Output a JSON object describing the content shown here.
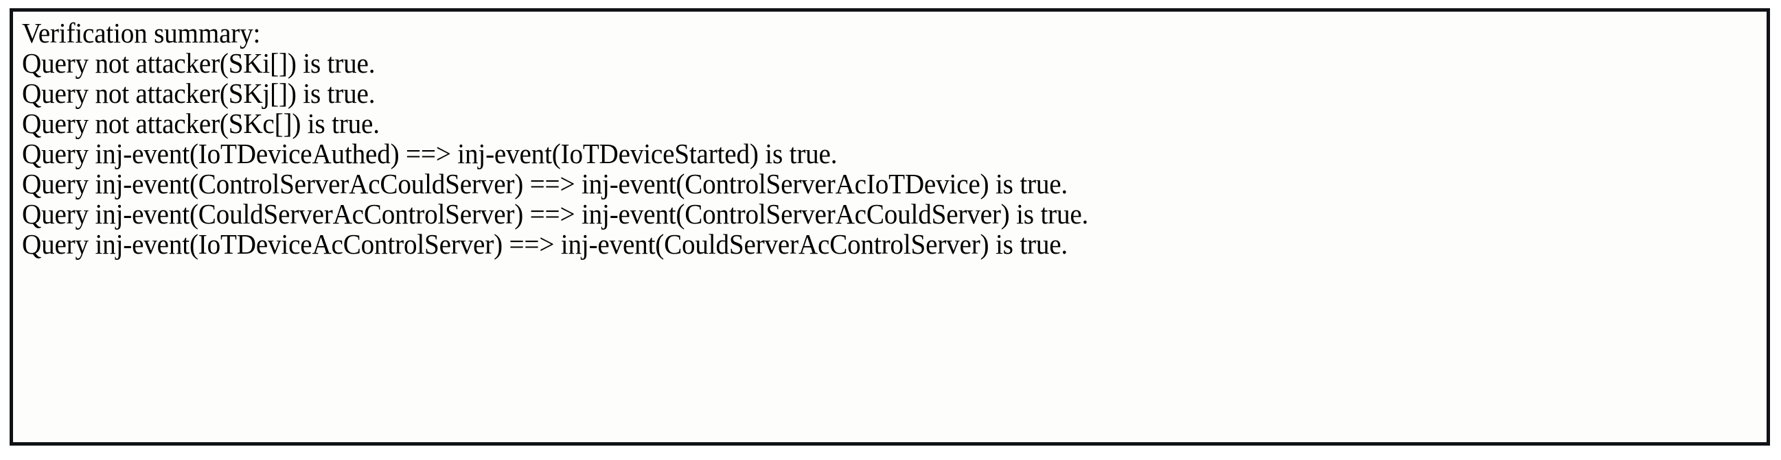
{
  "figure": {
    "kind": "verification-summary-output",
    "border_color": "#101216",
    "background_color": "#fdfdfb",
    "text_color": "#000000"
  },
  "summary": {
    "heading": "Verification summary:",
    "lines": [
      "Verification summary:",
      "Query not attacker(SKi[]) is true.",
      "Query not attacker(SKj[]) is true.",
      "Query not attacker(SKc[]) is true.",
      "Query inj-event(IoTDeviceAuthed) ==> inj-event(IoTDeviceStarted) is true.",
      "Query inj-event(ControlServerAcCouldServer) ==> inj-event(ControlServerAcIoTDevice) is true.",
      "Query inj-event(CouldServerAcControlServer) ==> inj-event(ControlServerAcCouldServer) is true.",
      "Query inj-event(IoTDeviceAcControlServer) ==> inj-event(CouldServerAcControlServer) is true."
    ]
  }
}
